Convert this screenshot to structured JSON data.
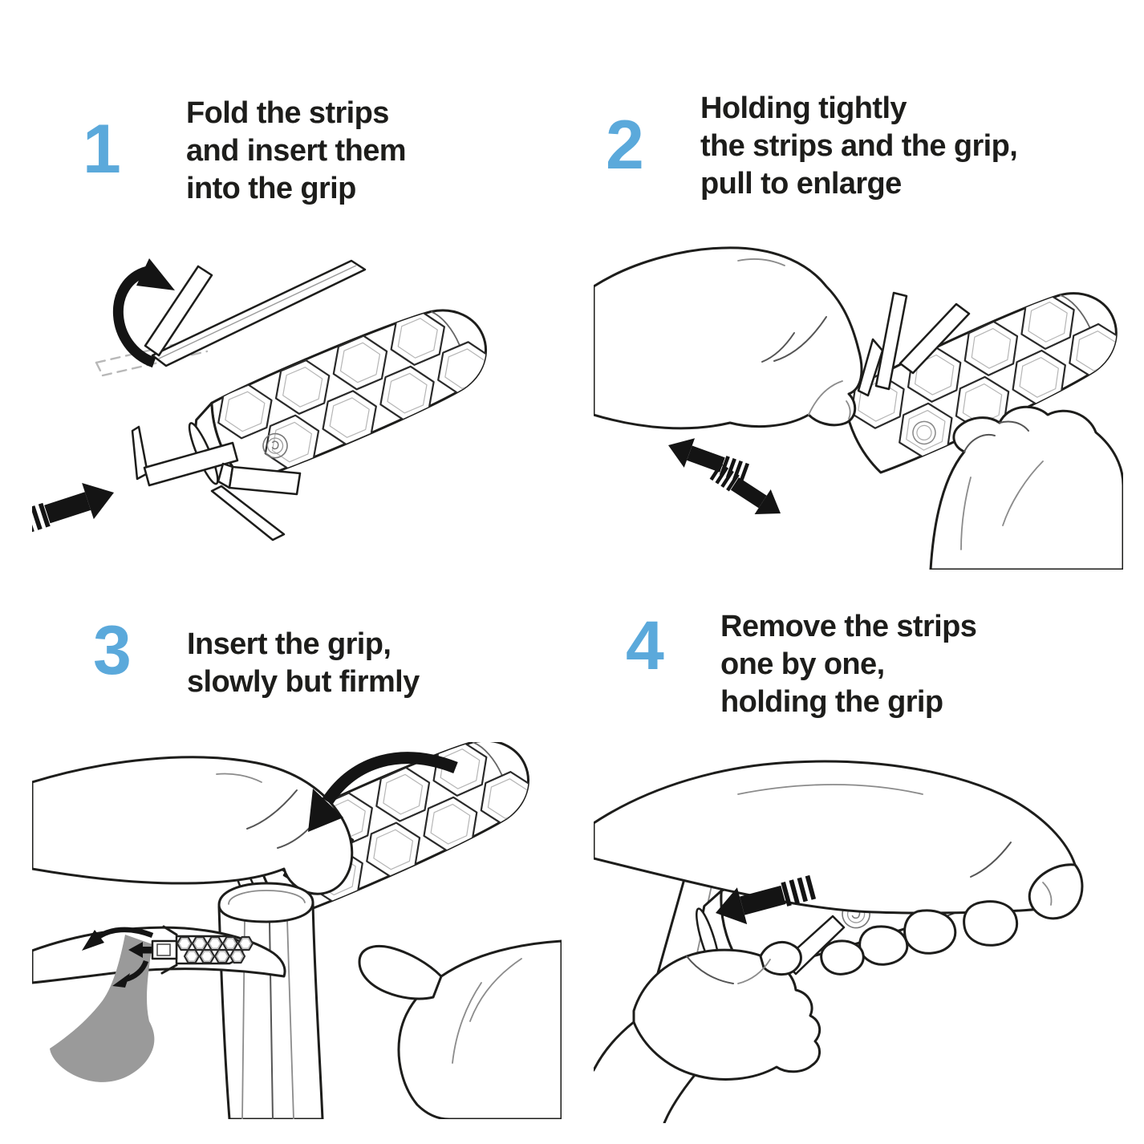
{
  "page": {
    "background": "#ffffff",
    "accent_blue": "#5BA9DB",
    "ink": "#1d1d1b",
    "silhouette_gray": "#9a9a9a",
    "language": "en"
  },
  "steps": [
    {
      "number": "1",
      "caption_lines": [
        "Fold the strips",
        "and insert them",
        "into the grip"
      ],
      "illustration": "fold-strips-and-insert-into-grip",
      "illustration_elements": [
        "fold-curved-arrow",
        "strip",
        "folded-strip",
        "dashed-strip-ghost",
        "honeycomb-grip",
        "insert-direction-arrow"
      ]
    },
    {
      "number": "2",
      "caption_lines": [
        "Holding tightly",
        "the strips and the grip,",
        "pull to enlarge"
      ],
      "illustration": "hands-pulling-strips-and-grip",
      "illustration_elements": [
        "left-hand-fist",
        "right-hand",
        "strips",
        "honeycomb-grip",
        "pull-left-arrow",
        "pull-right-arrow"
      ]
    },
    {
      "number": "3",
      "caption_lines": [
        "Insert the grip,",
        "slowly but firmly"
      ],
      "illustration": "insert-racket-handle-into-grip",
      "illustration_elements": [
        "curved-arrow",
        "honeycomb-grip",
        "racket-handle",
        "hands",
        "inset-gray-handle",
        "inset-mini-grip",
        "inset-arrows"
      ]
    },
    {
      "number": "4",
      "caption_lines": [
        "Remove the strips",
        "one by one,",
        "holding the grip"
      ],
      "illustration": "remove-strips-holding-grip",
      "illustration_elements": [
        "holding-hand",
        "honeycomb-grip",
        "racket-shaft",
        "strip",
        "pulling-fist",
        "remove-direction-arrow"
      ]
    }
  ]
}
